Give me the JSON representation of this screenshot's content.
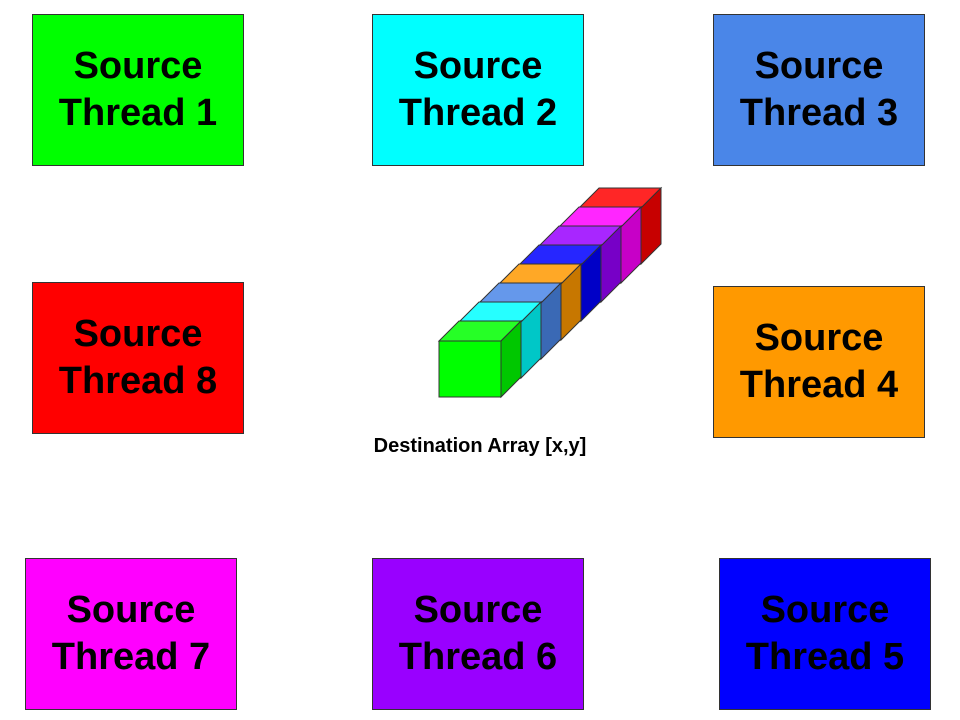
{
  "threads": [
    {
      "id": "t1",
      "line1": "Source",
      "line2": "Thread 1",
      "color": "#00ff00"
    },
    {
      "id": "t2",
      "line1": "Source",
      "line2": "Thread 2",
      "color": "#00ffff"
    },
    {
      "id": "t3",
      "line1": "Source",
      "line2": "Thread 3",
      "color": "#4a86e8"
    },
    {
      "id": "t4",
      "line1": "Source",
      "line2": "Thread 4",
      "color": "#ff9900"
    },
    {
      "id": "t5",
      "line1": "Source",
      "line2": "Thread 5",
      "color": "#0000ff"
    },
    {
      "id": "t6",
      "line1": "Source",
      "line2": "Thread 6",
      "color": "#9900ff"
    },
    {
      "id": "t7",
      "line1": "Source",
      "line2": "Thread 7",
      "color": "#ff00ff"
    },
    {
      "id": "t8",
      "line1": "Source",
      "line2": "Thread 8",
      "color": "#ff0000"
    }
  ],
  "array": {
    "caption": "Destination Array [x,y]",
    "cell_colors_front_to_back": [
      "#00ff00",
      "#00ffff",
      "#4a86e8",
      "#ff9900",
      "#0000ff",
      "#9900ff",
      "#ff00ff",
      "#ff0000"
    ]
  }
}
